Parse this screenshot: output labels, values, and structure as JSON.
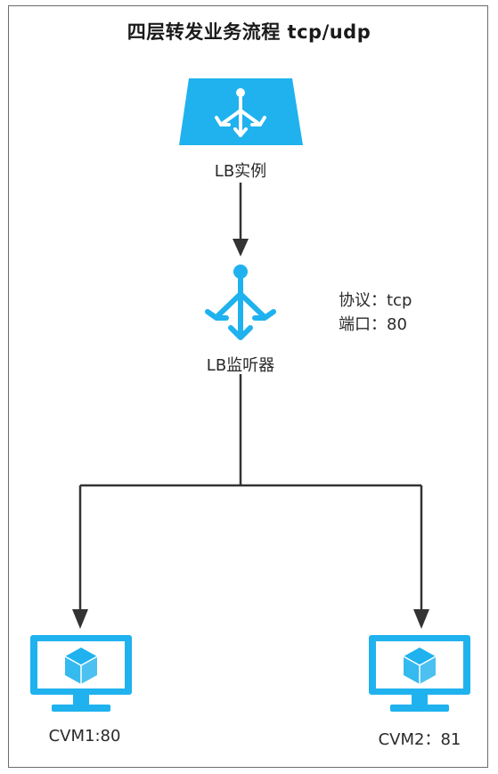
{
  "diagram": {
    "title": "四层转发业务流程 tcp/udp",
    "lb_instance": {
      "label": "LB实例",
      "icon": "load-balancer-instance-icon"
    },
    "lb_listener": {
      "label": "LB监听器",
      "icon": "load-balancer-listener-icon"
    },
    "listener_config": {
      "protocol_text": "协议：tcp",
      "port_text": "端口：80"
    },
    "backends": [
      {
        "label": "CVM1:80",
        "icon": "monitor-cube-icon"
      },
      {
        "label": "CVM2：81",
        "icon": "monitor-cube-icon"
      }
    ],
    "colors": {
      "accent": "#1fb2ee",
      "line": "#333333",
      "border": "#6b6b6b"
    }
  }
}
